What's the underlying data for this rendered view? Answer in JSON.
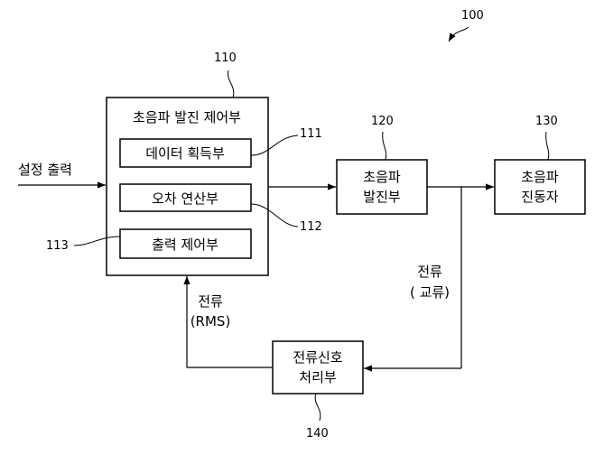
{
  "figure_number": "100",
  "input_label": "설정 출력",
  "controller": {
    "ref": "110",
    "title": "초음파 발진 제어부",
    "units": [
      {
        "ref": "111",
        "label": "데이터 획득부"
      },
      {
        "ref": "112",
        "label": "오차 연산부"
      },
      {
        "ref": "113",
        "label": "출력 제어부"
      }
    ]
  },
  "oscillator": {
    "ref": "120",
    "line1": "초음파",
    "line2": "발진부"
  },
  "transducer": {
    "ref": "130",
    "line1": "초음파",
    "line2": "진동자"
  },
  "processor": {
    "ref": "140",
    "line1": "전류신호",
    "line2": "처리부"
  },
  "current_ac": {
    "line1": "전류",
    "line2": "( 교류)"
  },
  "current_rms": {
    "line1": "전류",
    "line2": "(RMS)"
  }
}
